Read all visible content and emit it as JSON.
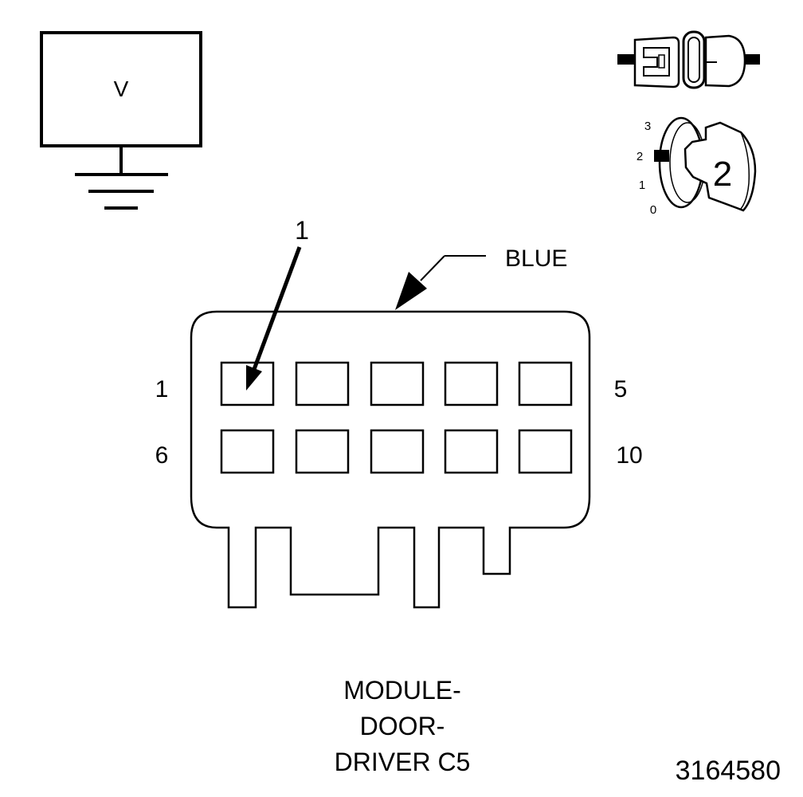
{
  "meter": {
    "symbol": "V"
  },
  "pointer": {
    "label": "1"
  },
  "connector": {
    "color_label": "BLUE",
    "pin_row_labels": {
      "top_left": "1",
      "top_right": "5",
      "bottom_left": "6",
      "bottom_right": "10"
    },
    "title_lines": [
      "MODULE-",
      "DOOR-",
      "DRIVER C5"
    ]
  },
  "ignition": {
    "positions": [
      "3",
      "2",
      "1",
      "0"
    ],
    "key_position": "2"
  },
  "figure_number": "3164580"
}
